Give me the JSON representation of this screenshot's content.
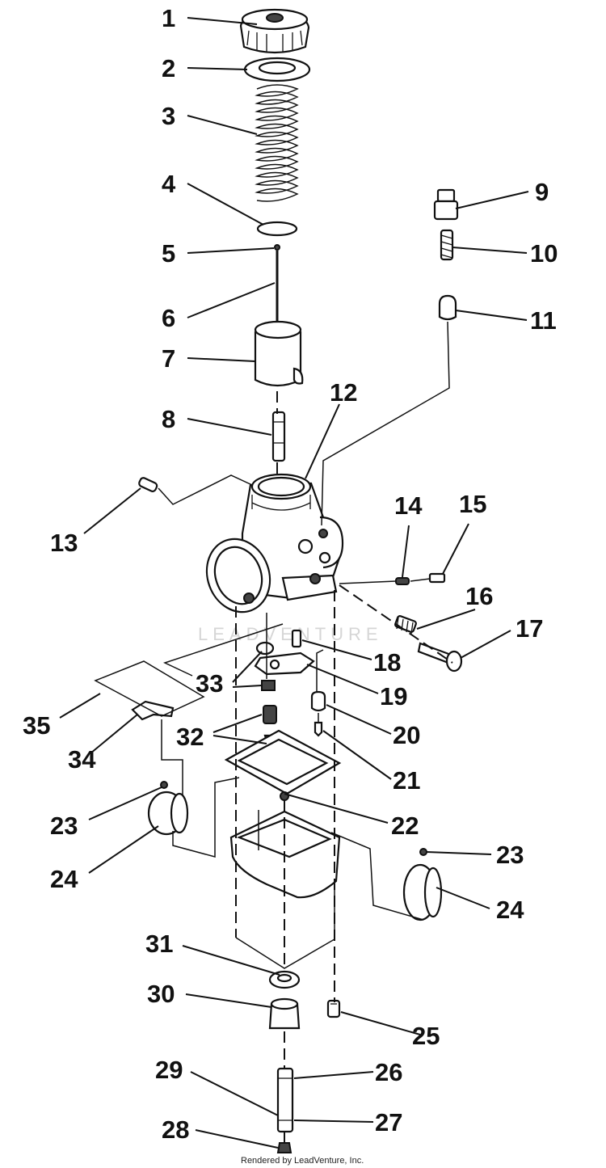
{
  "diagram": {
    "watermark": "LEADVENTURE",
    "credit": "Rendered by LeadVenture, Inc.",
    "callouts": [
      {
        "id": "c1",
        "label": "1"
      },
      {
        "id": "c2",
        "label": "2"
      },
      {
        "id": "c3",
        "label": "3"
      },
      {
        "id": "c4",
        "label": "4"
      },
      {
        "id": "c5",
        "label": "5"
      },
      {
        "id": "c6",
        "label": "6"
      },
      {
        "id": "c7",
        "label": "7"
      },
      {
        "id": "c8",
        "label": "8"
      },
      {
        "id": "c9",
        "label": "9"
      },
      {
        "id": "c10",
        "label": "10"
      },
      {
        "id": "c11",
        "label": "11"
      },
      {
        "id": "c12",
        "label": "12"
      },
      {
        "id": "c13",
        "label": "13"
      },
      {
        "id": "c14",
        "label": "14"
      },
      {
        "id": "c15",
        "label": "15"
      },
      {
        "id": "c16",
        "label": "16"
      },
      {
        "id": "c17",
        "label": "17"
      },
      {
        "id": "c18",
        "label": "18"
      },
      {
        "id": "c19",
        "label": "19"
      },
      {
        "id": "c20",
        "label": "20"
      },
      {
        "id": "c21",
        "label": "21"
      },
      {
        "id": "c22",
        "label": "22"
      },
      {
        "id": "c23a",
        "label": "23"
      },
      {
        "id": "c23b",
        "label": "23"
      },
      {
        "id": "c24a",
        "label": "24"
      },
      {
        "id": "c24b",
        "label": "24"
      },
      {
        "id": "c25",
        "label": "25"
      },
      {
        "id": "c26",
        "label": "26"
      },
      {
        "id": "c27",
        "label": "27"
      },
      {
        "id": "c28",
        "label": "28"
      },
      {
        "id": "c29",
        "label": "29"
      },
      {
        "id": "c30",
        "label": "30"
      },
      {
        "id": "c31",
        "label": "31"
      },
      {
        "id": "c32",
        "label": "32"
      },
      {
        "id": "c33",
        "label": "33"
      },
      {
        "id": "c34",
        "label": "34"
      },
      {
        "id": "c35",
        "label": "35"
      }
    ]
  }
}
